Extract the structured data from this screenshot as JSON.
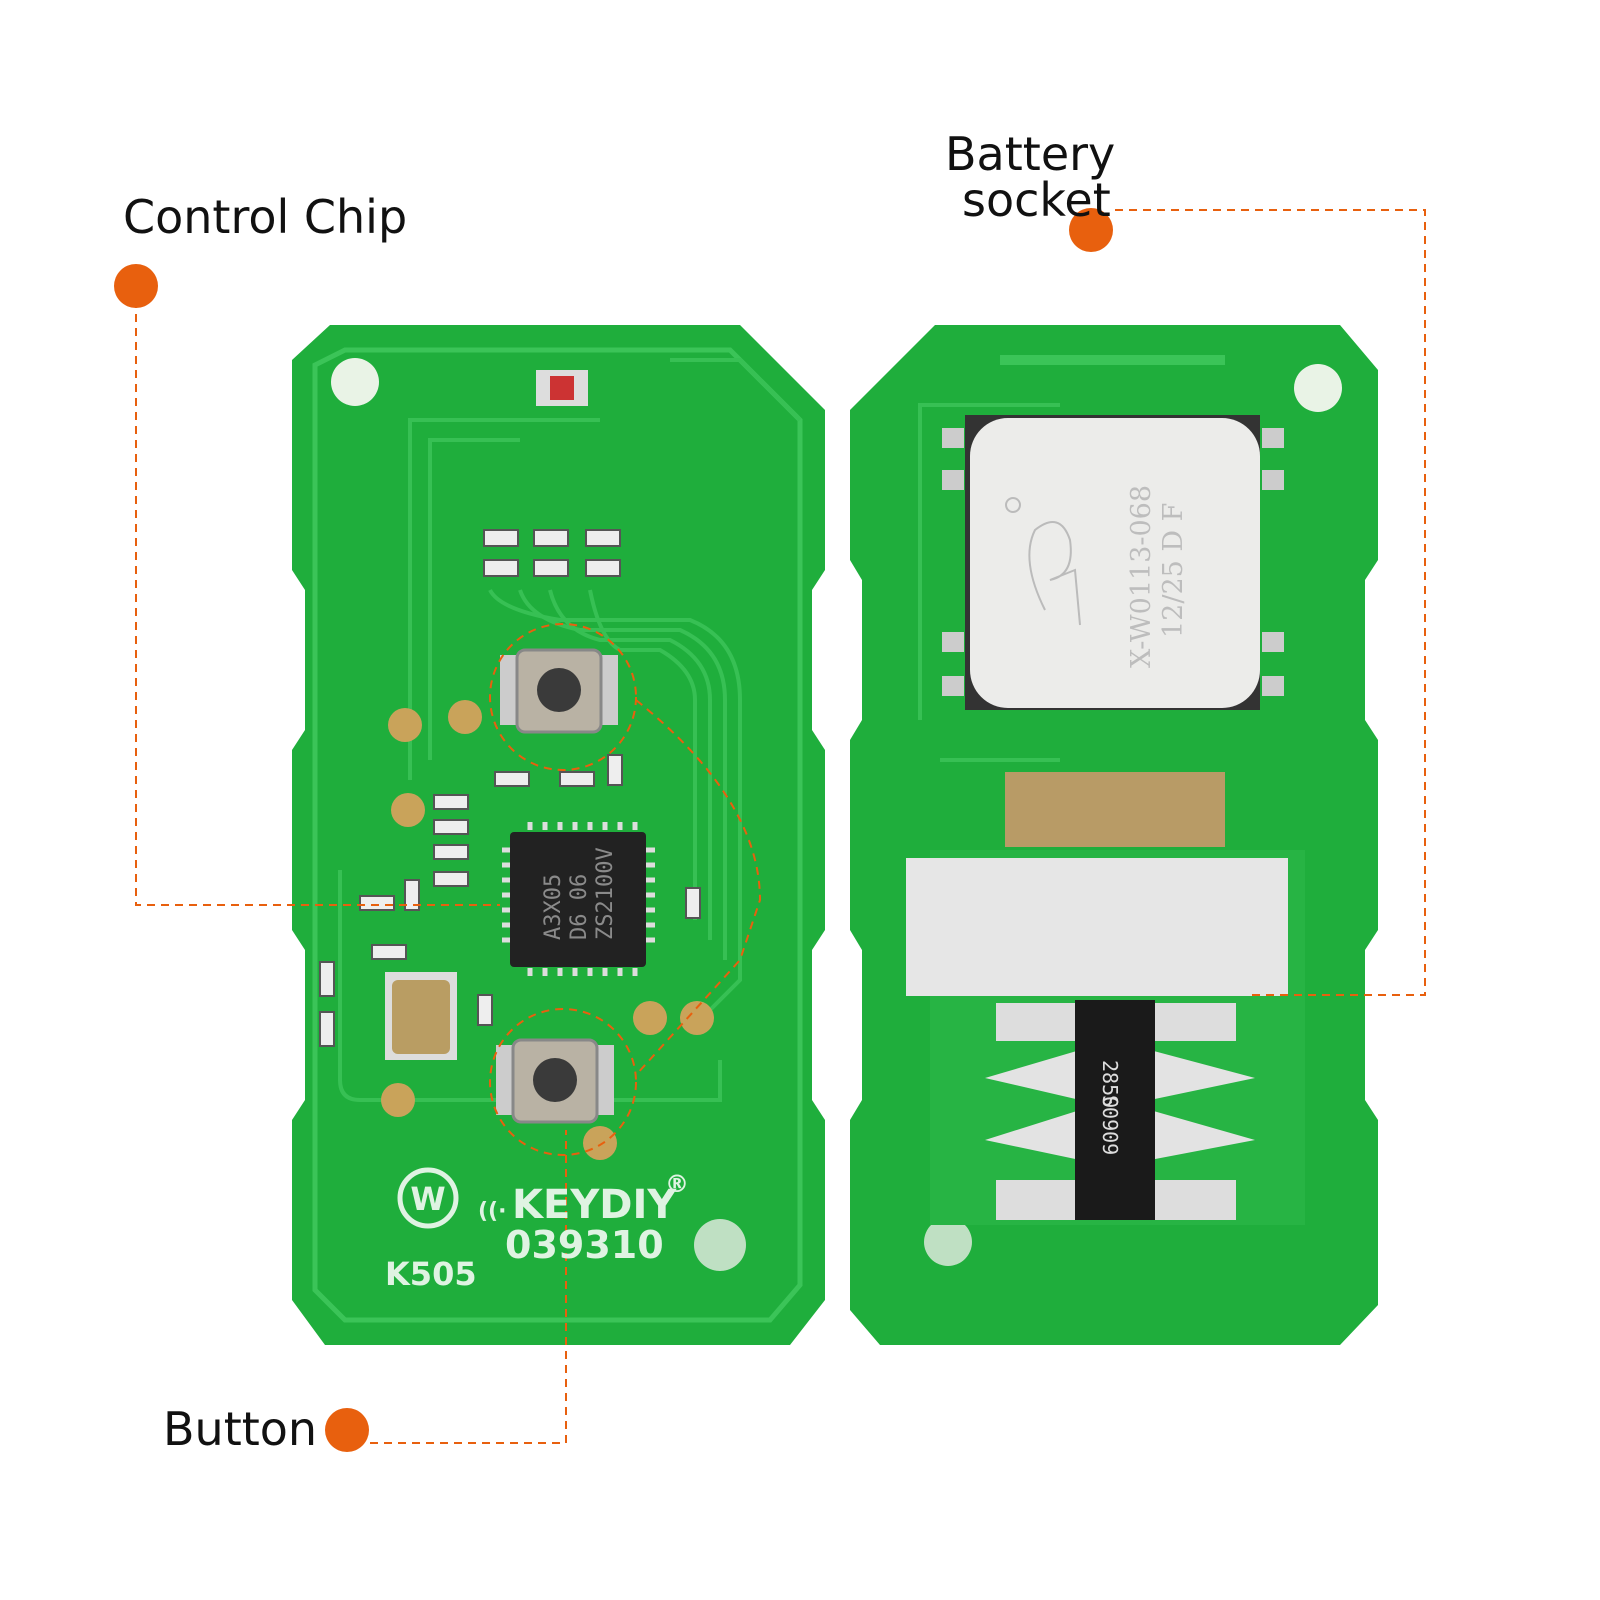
{
  "callouts": {
    "control_chip": "Control Chip",
    "battery_socket_line1": "Battery",
    "battery_socket_line2": "socket",
    "button": "Button"
  },
  "board_front": {
    "brand": "KEYDIY",
    "registered_mark": "®",
    "serial": "039310",
    "model": "K505",
    "logo_letter": "W",
    "chip_lines": [
      "A3X05",
      "D6 06",
      "ZS2100V"
    ]
  },
  "board_back": {
    "module_lines": [
      "X-W0113-068",
      "12/25 D F"
    ],
    "battery_clip_lines": [
      "2850",
      "S0909"
    ]
  },
  "colors": {
    "accent": "#e8600e",
    "pcb": "#1fae3c",
    "pcb_trace": "#2fbf4c",
    "gold": "#c9a35a"
  }
}
